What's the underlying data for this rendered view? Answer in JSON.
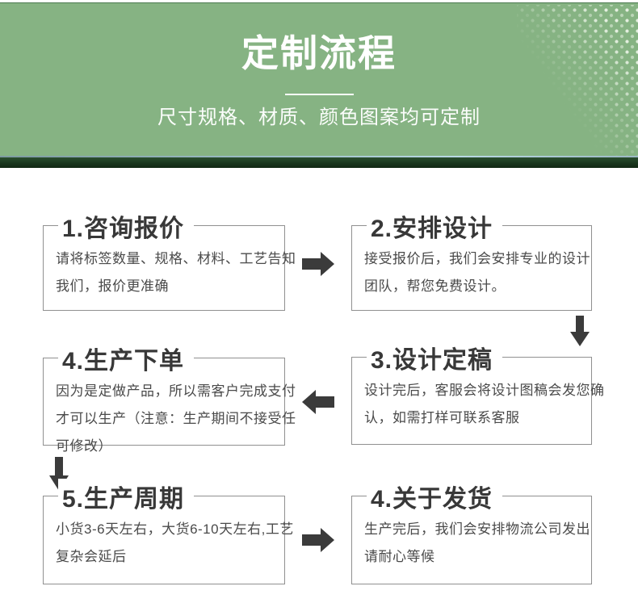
{
  "banner": {
    "title": "定制流程",
    "subtitle": "尺寸规格、材质、颜色图案均可定制"
  },
  "steps": [
    {
      "title": "1.咨询报价",
      "lines": [
        "请将标签数量、规格、材料、工艺告知",
        "我们，报价更准确"
      ]
    },
    {
      "title": "2.安排设计",
      "lines": [
        "接受报价后，我们会安排专业的设计",
        "团队，帮您免费设计。"
      ]
    },
    {
      "title": "3.设计定稿",
      "lines": [
        "设计完后，客服会将设计图稿会发您确",
        "认，如需打样可联系客服"
      ]
    },
    {
      "title": "4.生产下单",
      "lines": [
        "因为是定做产品，所以需客户完成支付",
        "才可以生产（注意：生产期间不接受任",
        "可修改）"
      ]
    },
    {
      "title": "5.生产周期",
      "lines": [
        "小货3-6天左右，大货6-10天左右,工艺",
        "复杂会延后"
      ]
    },
    {
      "title": "4.关于发货",
      "lines": [
        "生产完后，我们会安排物流公司发出",
        "请耐心等候"
      ]
    }
  ],
  "flow_arrow_directions": [
    "right",
    "down",
    "left",
    "down",
    "right"
  ],
  "icons": {
    "flow_arrow": "solid-block-arrow",
    "decoration": "halftone-dots"
  },
  "colors": {
    "banner_green": "#86b383",
    "banner_dark_band": "#1a371e",
    "banner_light_line": "#9fc0c9",
    "banner_text": "#ffffff",
    "box_border": "#909090",
    "title_text": "#383838",
    "body_text": "#4a4a4a",
    "arrow": "#3b3b3b"
  }
}
